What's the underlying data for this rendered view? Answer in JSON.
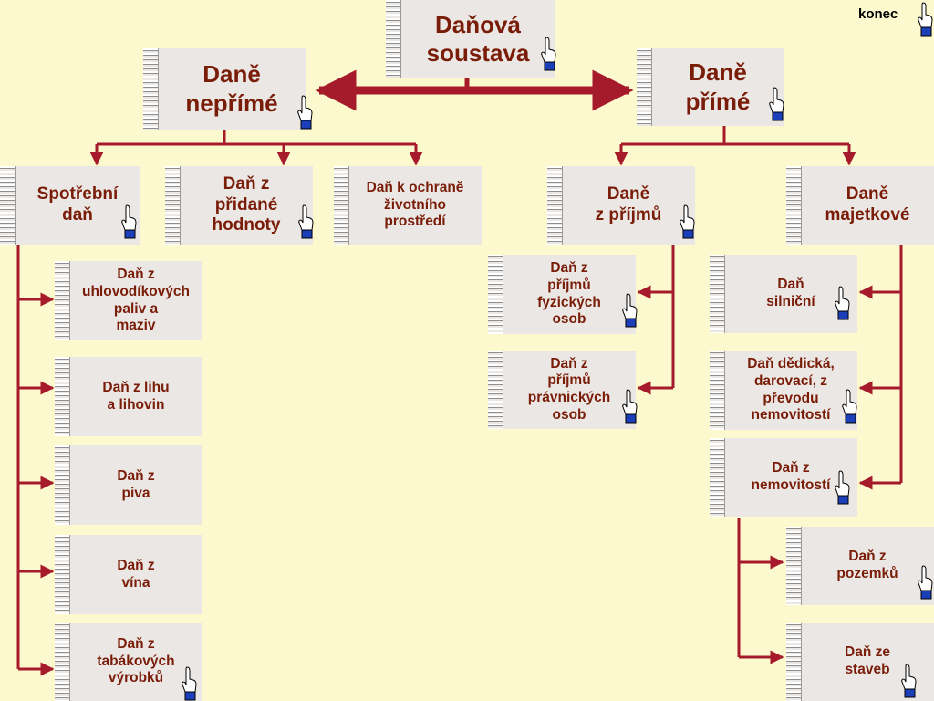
{
  "colors": {
    "background": "#fdf9cf",
    "connector": "#a61b2b",
    "text": "#7a1d08",
    "card": "#ebe7e5"
  },
  "exit_link": "konec",
  "root": "Daňová\nsoustava",
  "nodes": {
    "neprime": "Daně\nnepřímé",
    "prime": "Daně\npřímé",
    "spotrebni": "Spotřební\ndaň",
    "dph": "Daň z\npřidané\nhodnoty",
    "ekologicka": "Daň k ochraně\nživotního\nprostředí",
    "z_prijmu": "Daně\nz příjmů",
    "majetkove": "Daně\nmajetkové",
    "paliva": "Daň z\nuhlovodíkových\npaliv a\nmaziv",
    "lih": "Daň z lihu\na lihovin",
    "pivo": "Daň z\npiva",
    "vino": "Daň z\nvína",
    "tabak": "Daň z\ntabákových\nvýrobků",
    "fo": "Daň z\npříjmů\nfyzických\nosob",
    "po": "Daň z\npříjmů\nprávnických\nosob",
    "silnicni": "Daň\nsilniční",
    "dedicka": "Daň dědická,\ndarovací, z\npřevodu\nnemovitostí",
    "nemovitosti": "Daň z\nnemovitostí",
    "pozemky": "Daň z\npozemků",
    "stavby": "Daň ze\nstaveb"
  },
  "icons": {
    "card_link": "pointing-hand-icon"
  }
}
